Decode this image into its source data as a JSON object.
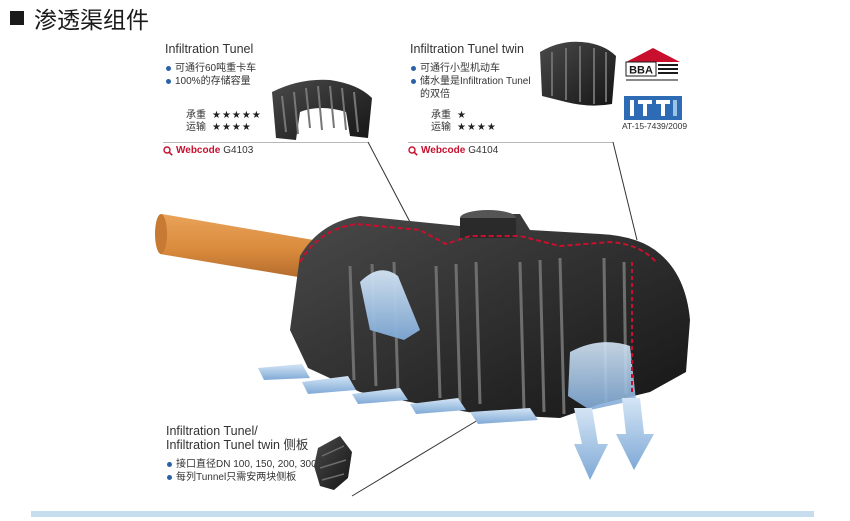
{
  "page": {
    "title": "渗透渠组件"
  },
  "products": {
    "tunel": {
      "name": "Infiltration Tunel",
      "bullets": [
        "可通行60吨重卡车",
        "100%的存储容量"
      ],
      "ratings": [
        {
          "label": "承重",
          "stars": "★★★★★"
        },
        {
          "label": "运输",
          "stars": "★★★★"
        }
      ],
      "webcode_label": "Webcode",
      "webcode": "G4103"
    },
    "twin": {
      "name": "Infiltration Tunel twin",
      "bullets": [
        "可通行小型机动车",
        "储水量是Infiltration Tunel",
        "的双倍"
      ],
      "ratings": [
        {
          "label": "承重",
          "stars": "★"
        },
        {
          "label": "运输",
          "stars": "★★★★"
        }
      ],
      "webcode_label": "Webcode",
      "webcode": "G4104"
    },
    "side": {
      "name_line1": "Infiltration Tunel/",
      "name_line2": "Infiltration Tunel twin  侧板",
      "bullets": [
        "接口直径DN 100, 150, 200, 300",
        "每列Tunnel只需安两块侧板"
      ]
    }
  },
  "certs": {
    "bba": "BBA",
    "itt_code": "AT-15-7439/2009"
  },
  "colors": {
    "accent_red": "#c8102e",
    "bullet_blue": "#2a62a8",
    "pipe_orange": "#d98a3c",
    "water_blue": "#a9c9e8",
    "bottom_bar": "#c6dded"
  },
  "icons": [
    "square-bullet-icon",
    "magnifier-icon",
    "bba-logo",
    "itt-logo"
  ]
}
